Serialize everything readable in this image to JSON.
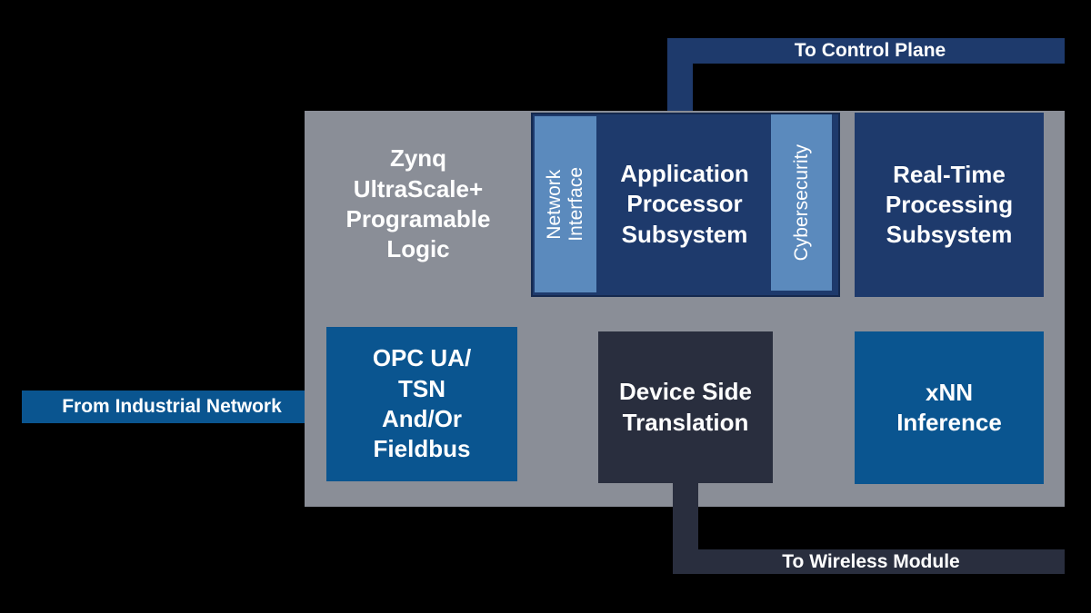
{
  "connections": {
    "control_plane": "To Control Plane",
    "wireless_module": "To Wireless Module",
    "industrial_network": "From Industrial Network"
  },
  "blocks": {
    "programmable_logic": "Zynq\nUltraScale+\nProgramable\nLogic",
    "network_interface": "Network\nInterface",
    "application_processor": "Application\nProcessor\nSubsystem",
    "cybersecurity": "Cybersecurity",
    "real_time_processing": "Real-Time\nProcessing\nSubsystem",
    "opc_ua": "OPC UA/\nTSN\nAnd/Or\nFieldbus",
    "device_side_translation": "Device Side\nTranslation",
    "xnn_inference": "xNN\nInference"
  },
  "colors": {
    "background": "#000000",
    "chip": "#8a8e97",
    "navy": "#1e3a6c",
    "light_blue": "#5b8abd",
    "blue": "#0a5590",
    "dark_slate": "#292e3e"
  }
}
